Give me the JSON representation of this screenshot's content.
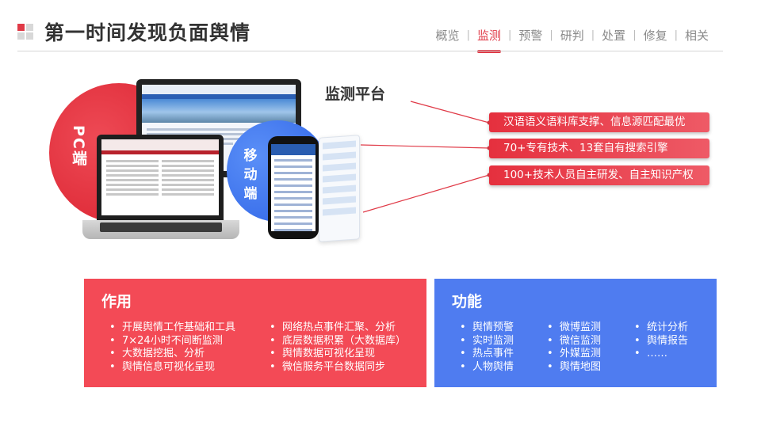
{
  "header": {
    "title": "第一时间发现负面舆情",
    "tabs": [
      {
        "label": "概览",
        "active": false
      },
      {
        "label": "监测",
        "active": true
      },
      {
        "label": "预警",
        "active": false
      },
      {
        "label": "研判",
        "active": false
      },
      {
        "label": "处置",
        "active": false
      },
      {
        "label": "修复",
        "active": false
      },
      {
        "label": "相关",
        "active": false
      }
    ],
    "separator": "|"
  },
  "colors": {
    "accent_red": "#e03a47",
    "panel_red": "#f34a56",
    "panel_blue": "#4f7cf0"
  },
  "illustration": {
    "pc_label": "PC端",
    "mobile_label": "移动端",
    "platform_label": "监测平台"
  },
  "features": [
    "汉语语义语料库支撑、信息源匹配最优",
    "70+专有技术、13套自有搜索引擎",
    "100+技术人员自主研发、自主知识产权"
  ],
  "role_panel": {
    "title": "作用",
    "col1": [
      "开展舆情工作基础和工具",
      "7×24小时不间断监测",
      "大数据挖掘、分析",
      "舆情信息可视化呈现"
    ],
    "col2": [
      "网络热点事件汇聚、分析",
      "底层数据积累（大数据库）",
      "舆情数据可视化呈现",
      "微信服务平台数据同步"
    ]
  },
  "function_panel": {
    "title": "功能",
    "col1": [
      "舆情预警",
      "实时监测",
      "热点事件",
      "人物舆情"
    ],
    "col2": [
      "微博监测",
      "微信监测",
      "外媒监测",
      "舆情地图"
    ],
    "col3": [
      "统计分析",
      "舆情报告",
      "……"
    ]
  }
}
